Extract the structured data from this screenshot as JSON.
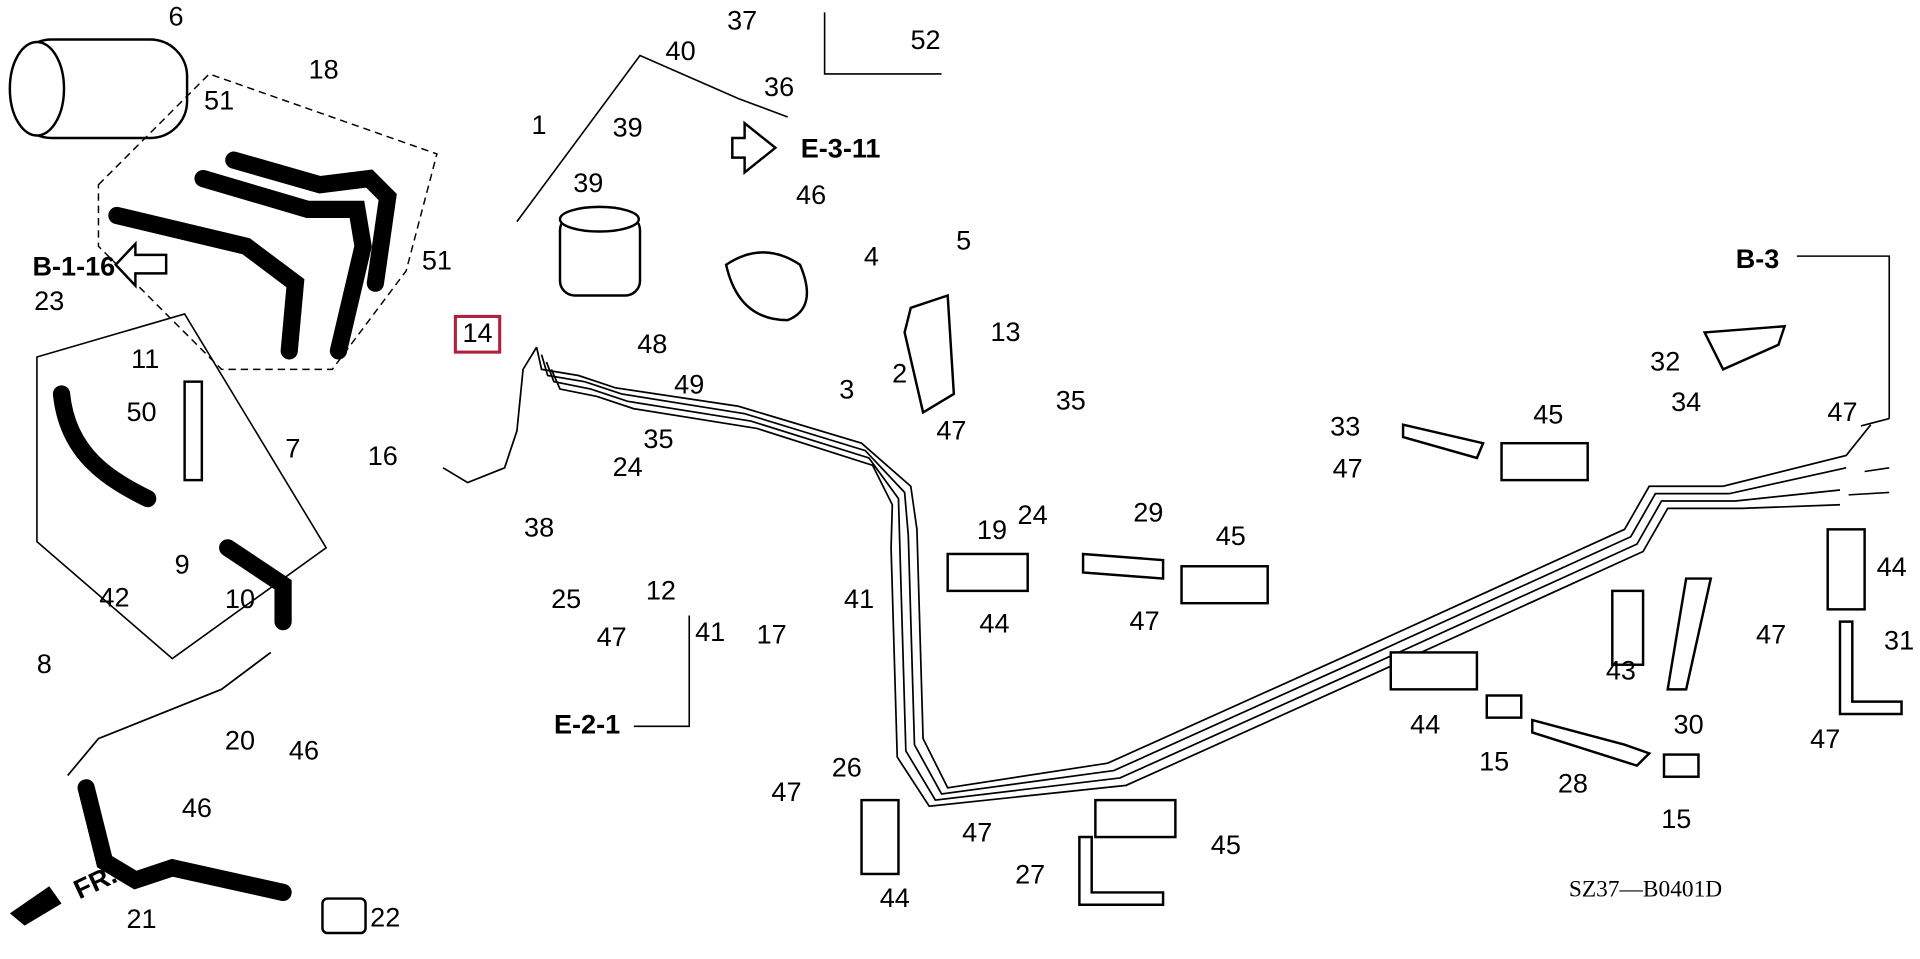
{
  "diagram_code": "SZ37—B0401D",
  "highlight_color": "#b0203a",
  "highlighted_part": "14",
  "references": {
    "b_1_16": "B-1-16",
    "e_3_11": "E-3-11",
    "e_2_1": "E-2-1",
    "b_3": "B-3"
  },
  "front_indicator": "FR.",
  "labels": [
    "6",
    "18",
    "51",
    "51",
    "23",
    "11",
    "50",
    "7",
    "9",
    "10",
    "42",
    "8",
    "20",
    "46",
    "46",
    "21",
    "22",
    "37",
    "40",
    "36",
    "1",
    "39",
    "39",
    "46",
    "52",
    "4",
    "5",
    "48",
    "49",
    "3",
    "2",
    "13",
    "14",
    "16",
    "35",
    "24",
    "35",
    "47",
    "24",
    "38",
    "25",
    "12",
    "47",
    "19",
    "41",
    "17",
    "41",
    "44",
    "29",
    "45",
    "47",
    "33",
    "45",
    "47",
    "32",
    "34",
    "47",
    "44",
    "47",
    "31",
    "43",
    "30",
    "44",
    "15",
    "28",
    "15",
    "47",
    "47",
    "26",
    "44",
    "47",
    "45",
    "27"
  ]
}
